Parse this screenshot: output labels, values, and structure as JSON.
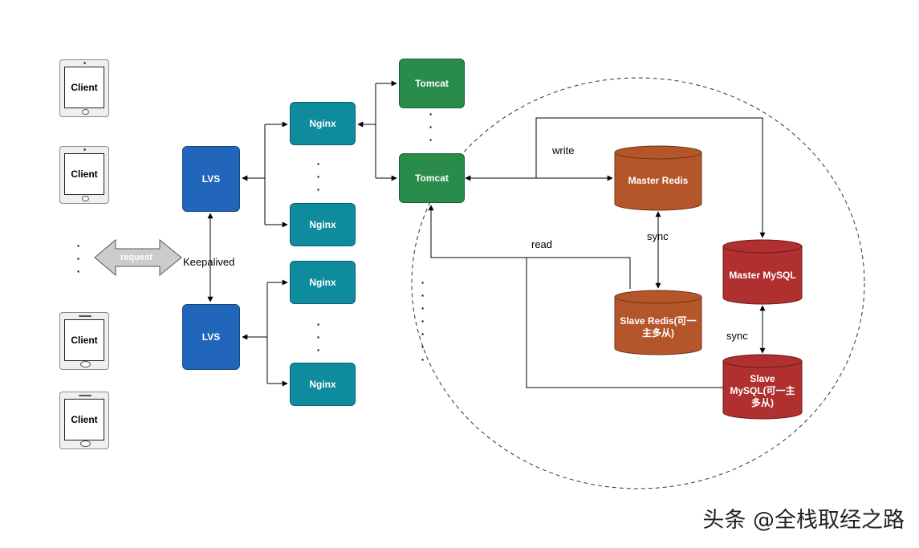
{
  "clients": [
    "Client",
    "Client",
    "Client",
    "Client"
  ],
  "client_dots": "·\n·\n·",
  "request_label": "request",
  "keepalived_label": "Keepalived",
  "lvs": [
    "LVS",
    "LVS"
  ],
  "nginx": [
    "Nginx",
    "Nginx",
    "Nginx",
    "Nginx"
  ],
  "tomcat": [
    "Tomcat",
    "Tomcat"
  ],
  "master_redis": "Master Redis",
  "slave_redis": [
    "Slave Redis(可一",
    "主多从)"
  ],
  "master_mysql": "Master MySQL",
  "slave_mysql": [
    "Slave",
    "MySQL(可一主",
    "多从)"
  ],
  "edge_labels": {
    "write": "write",
    "read": "read",
    "sync_redis": "sync",
    "sync_mysql": "sync"
  },
  "watermark": "头条 @全栈取经之路",
  "colors": {
    "lvs": "#2266bb",
    "nginx": "#0f8b9e",
    "tomcat": "#2a8c4a",
    "redis": "#b5562a",
    "mysql": "#b02f2f",
    "request_arrow": "#cccccc"
  }
}
